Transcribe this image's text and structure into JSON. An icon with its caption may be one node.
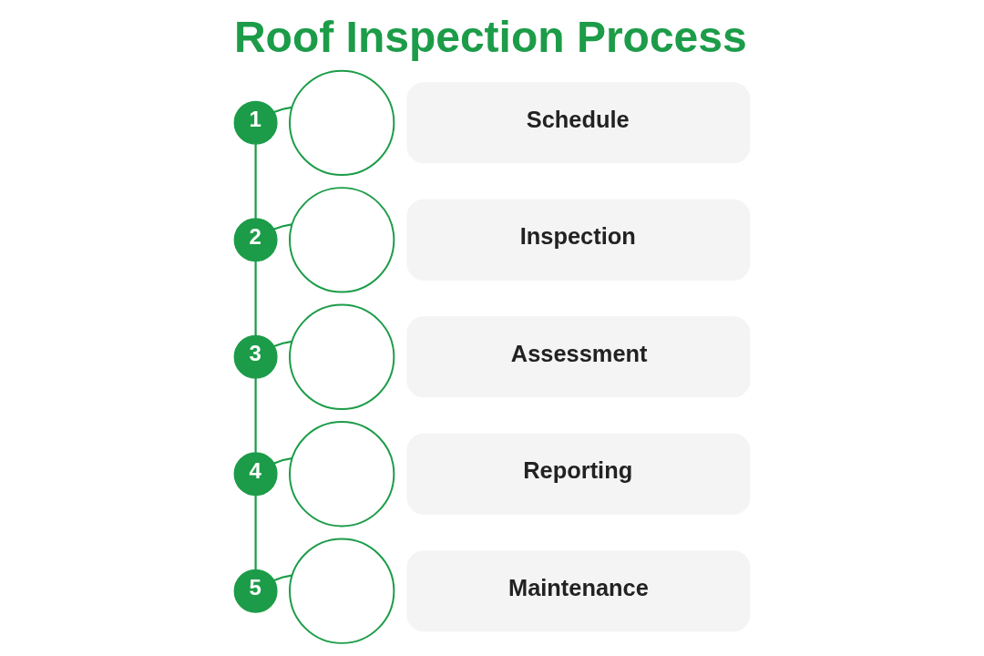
{
  "diagram": {
    "title": "Roof Inspection Process",
    "nodes": [
      {
        "text": [
          "1"
        ]
      },
      {
        "text": [],
        "shape": "circle"
      },
      {
        "text": [
          "Schedule"
        ]
      },
      {
        "text": [
          "2"
        ]
      },
      {
        "text": [],
        "shape": "circle"
      },
      {
        "text": [
          "Inspection"
        ]
      },
      {
        "text": [
          "3"
        ]
      },
      {
        "text": [],
        "shape": "circle"
      },
      {
        "text": [
          "Assessment"
        ]
      },
      {
        "text": [
          "4"
        ]
      },
      {
        "text": [],
        "shape": "circle"
      },
      {
        "text": [
          "Reporting"
        ]
      },
      {
        "text": [
          "5"
        ]
      },
      {
        "text": [],
        "shape": "circle"
      },
      {
        "text": [
          "Maintenance"
        ]
      }
    ],
    "edges": [
      {
        "from": 0,
        "to": 1,
        "arrow": "none"
      },
      {
        "from": 0,
        "to": 3,
        "arrow": "none"
      },
      {
        "from": 3,
        "to": 4,
        "arrow": "none"
      },
      {
        "from": 3,
        "to": 6,
        "arrow": "none"
      },
      {
        "from": 6,
        "to": 7,
        "arrow": "none"
      },
      {
        "from": 6,
        "to": 9,
        "arrow": "none"
      },
      {
        "from": 9,
        "to": 10,
        "arrow": "none"
      },
      {
        "from": 9,
        "to": 12,
        "arrow": "none"
      },
      {
        "from": 12,
        "to": 13,
        "arrow": "none"
      }
    ]
  }
}
